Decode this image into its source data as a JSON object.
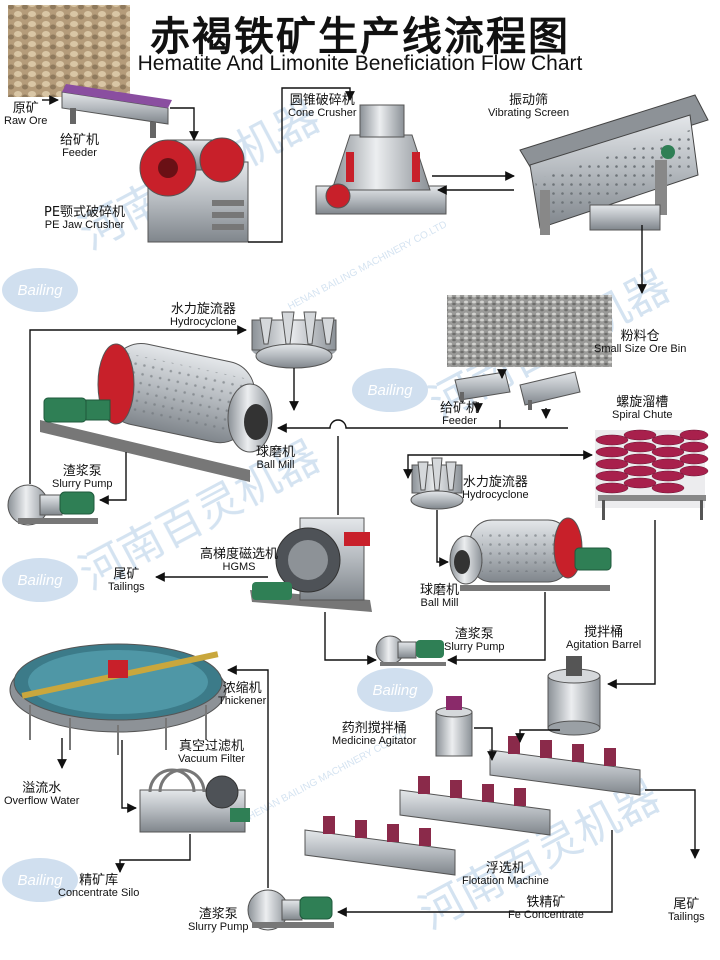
{
  "title_cn": "赤褐铁矿生产线流程图",
  "title_en": "Hematite And Limonite Beneficiation Flow Chart",
  "watermark": {
    "cn": "河南百灵机器",
    "en": "HENAN BAILING MACHINERY CO.LTD",
    "logo": "Bailing",
    "logo_cn": "百灵机器"
  },
  "labels": {
    "raw_ore": {
      "cn": "原矿",
      "en": "Raw Ore"
    },
    "feeder_1": {
      "cn": "给矿机",
      "en": "Feeder"
    },
    "jaw_crusher": {
      "cn": "PE颚式破碎机",
      "en": "PE Jaw Crusher"
    },
    "cone_crusher": {
      "cn": "圆锥破碎机",
      "en": "Cone Crusher"
    },
    "vibrating_screen": {
      "cn": "振动筛",
      "en": "Vibrating Screen"
    },
    "ore_bin": {
      "cn": "粉料仓",
      "en": "Small Size Ore Bin"
    },
    "feeder_2": {
      "cn": "给矿机",
      "en": "Feeder"
    },
    "hydrocyclone_1": {
      "cn": "水力旋流器",
      "en": "Hydrocyclone"
    },
    "ball_mill_1": {
      "cn": "球磨机",
      "en": "Ball Mill"
    },
    "slurry_pump_1": {
      "cn": "渣浆泵",
      "en": "Slurry Pump"
    },
    "spiral_chute": {
      "cn": "螺旋溜槽",
      "en": "Spiral Chute"
    },
    "hydrocyclone_2": {
      "cn": "水力旋流器",
      "en": "Hydrocyclone"
    },
    "hgms": {
      "cn": "高梯度磁选机",
      "en": "HGMS"
    },
    "tailings_1": {
      "cn": "尾矿",
      "en": "Tailings"
    },
    "ball_mill_2": {
      "cn": "球磨机",
      "en": "Ball Mill"
    },
    "slurry_pump_2": {
      "cn": "渣浆泵",
      "en": "Slurry Pump"
    },
    "agitation_barrel": {
      "cn": "搅拌桶",
      "en": "Agitation Barrel"
    },
    "thickener": {
      "cn": "浓缩机",
      "en": "Thickener"
    },
    "medicine_agitator": {
      "cn": "药剂搅拌桶",
      "en": "Medicine Agitator"
    },
    "vacuum_filter": {
      "cn": "真空过滤机",
      "en": "Vacuum Filter"
    },
    "overflow_water": {
      "cn": "溢流水",
      "en": "Overflow Water"
    },
    "flotation_machine": {
      "cn": "浮选机",
      "en": "Flotation Machine"
    },
    "fe_concentrate": {
      "cn": "铁精矿",
      "en": "Fe Concentrate"
    },
    "tailings_2": {
      "cn": "尾矿",
      "en": "Tailings"
    },
    "concentrate_silo": {
      "cn": "精矿库",
      "en": "Concentrate Silo"
    },
    "slurry_pump_3": {
      "cn": "渣浆泵",
      "en": "Slurry Pump"
    }
  },
  "colors": {
    "machine_grey": "#b9bdc2",
    "machine_dark": "#6d7378",
    "accent_red": "#c8202a",
    "motor_green": "#2f7f55",
    "flow_line": "#111111",
    "watermark_blue": "#2a6fb5"
  }
}
